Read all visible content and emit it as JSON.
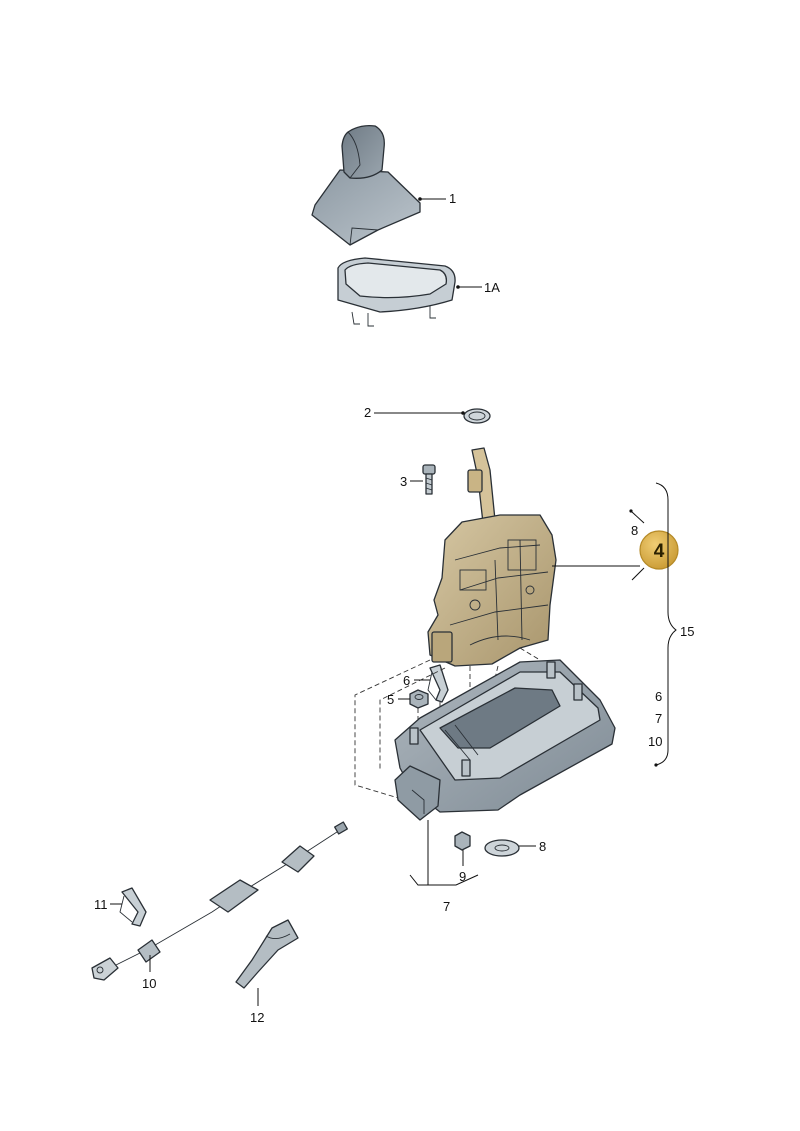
{
  "labels": {
    "l1": "1",
    "l1a": "1A",
    "l2": "2",
    "l3": "3",
    "l4": "4",
    "l5": "5",
    "l6a": "6",
    "l8a": "8",
    "l15": "15",
    "l6b": "6",
    "l7a": "7",
    "l10a": "10",
    "l8b": "8",
    "l9": "9",
    "l7b": "7",
    "l11": "11",
    "l10b": "10",
    "l12": "12"
  },
  "colors": {
    "highlight": "#d9ad49",
    "part_fill": "#a9b4bd",
    "part_fill_light": "#d4dade",
    "gear_fill": "#c4b28a",
    "line": "#111111"
  }
}
